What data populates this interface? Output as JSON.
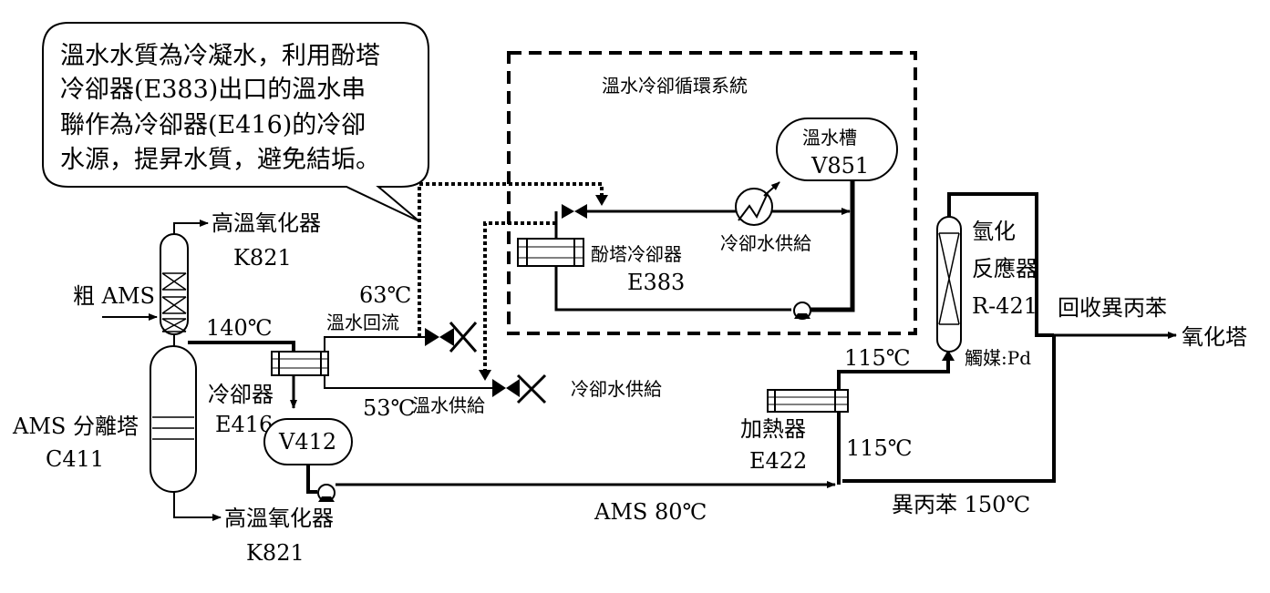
{
  "callout": {
    "lines": [
      "溫水水質為冷凝水，利用酚塔",
      "冷卻器(E383)出口的溫水串",
      "聯作為冷卻器(E416)的冷卻",
      "水源，提昇水質，避免結垢。"
    ]
  },
  "system": {
    "title": "溫水冷卻循環系統",
    "tank_name": "溫水槽",
    "tank_tag": "V851",
    "cooling_supply": "冷卻水供給",
    "phenol_cooler_name": "酚塔冷卻器",
    "phenol_cooler_tag": "E383"
  },
  "column": {
    "name": "AMS 分離塔",
    "tag": "C411",
    "feed": "粗 AMS",
    "top_dest_name": "高溫氧化器",
    "top_dest_tag": "K821",
    "bottom_dest_name": "高溫氧化器",
    "bottom_dest_tag": "K821",
    "overhead_temp": "140℃"
  },
  "cooler": {
    "name": "冷卻器",
    "tag": "E416",
    "return_temp": "63℃",
    "return_label": "溫水回流",
    "supply_temp": "53℃",
    "supply_label": "溫水供給",
    "cw_supply": "冷卻水供給"
  },
  "drum": {
    "tag": "V412"
  },
  "ams_line": "AMS 80℃",
  "heater": {
    "name": "加熱器",
    "tag": "E422",
    "temp_out": "115℃",
    "temp_in": "115℃"
  },
  "reactor": {
    "name_line1": "氫化",
    "name_line2": "反應器",
    "tag": "R-421",
    "catalyst": "觸媒:Pd"
  },
  "recycle": {
    "label": "回收異丙苯",
    "dest": "氧化塔",
    "bottom_label": "異丙苯 150℃"
  }
}
